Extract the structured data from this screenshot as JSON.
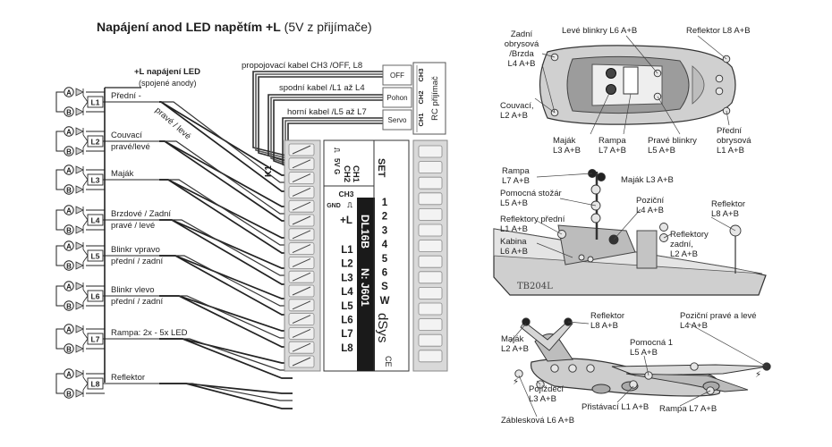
{
  "title": {
    "bold": "Napájení anod LED napětím +L",
    "normal": "(5V z přijímače)"
  },
  "common_label": {
    "line1": "+L napájení LED",
    "line2": "(spojené anody)"
  },
  "led_pin_a": "A",
  "led_pin_b": "B",
  "rows": [
    {
      "id": "L1",
      "line1": "Přední -",
      "line2": ""
    },
    {
      "id": "L2",
      "line1": "Couvací",
      "line2": "pravé/levé"
    },
    {
      "id": "L3",
      "line1": "Maják",
      "line2": ""
    },
    {
      "id": "L4",
      "line1": "Brzdové / Zadní",
      "line2": "pravé / levé"
    },
    {
      "id": "L5",
      "line1": "Blinkr vpravo",
      "line2": "přední / zadní"
    },
    {
      "id": "L6",
      "line1": "Blinkr vlevo",
      "line2": "přední / zadní"
    },
    {
      "id": "L7",
      "line1": "Rampa:  2x - 5x LED",
      "line2": ""
    },
    {
      "id": "L8",
      "line1": "Reflektor",
      "line2": ""
    }
  ],
  "diag_label": "pravé / levé",
  "cables": {
    "top": "propojovací kabel CH3 /OFF, L8",
    "mid": "spodní kabel /L1 až L4",
    "bot": "horní kabel /L5 až L7"
  },
  "receiver": {
    "channels": [
      {
        "name": "OFF",
        "ch": "CH3"
      },
      {
        "name": "Pohon",
        "ch": "CH2"
      },
      {
        "name": "Servo",
        "ch": "CH1"
      }
    ],
    "label": "RC přijímač"
  },
  "k1": "K1",
  "module": {
    "ch_labels": [
      "CH1",
      "CH2",
      "CH3"
    ],
    "signal_labels": [
      "⎍",
      "5V",
      "G"
    ],
    "ch3_title": "CH3",
    "ch3_sub": [
      "GND",
      "⎍"
    ],
    "set": "SET",
    "plus_l": "+L",
    "outputs": [
      "L1",
      "L2",
      "L3",
      "L4",
      "L5",
      "L6",
      "L7",
      "L8"
    ],
    "nums": [
      "1",
      "2",
      "3",
      "4",
      "5",
      "6",
      "S",
      "W"
    ],
    "model": "DL16B",
    "serial": "N: J601",
    "brand": "dSys",
    "ce": "CE"
  },
  "car_labels": [
    {
      "key": "zadni",
      "lines": [
        "Zadní",
        "obrysová",
        "/Brzda",
        "L4 A+B"
      ]
    },
    {
      "key": "leve",
      "lines": [
        "Levé blinkry L6 A+B"
      ]
    },
    {
      "key": "reflektor",
      "lines": [
        "Reflektor L8 A+B"
      ]
    },
    {
      "key": "couvaci",
      "lines": [
        "Couvací,",
        "L2 A+B"
      ]
    },
    {
      "key": "majak",
      "lines": [
        "Maják",
        "L3 A+B"
      ]
    },
    {
      "key": "rampa",
      "lines": [
        "Rampa",
        "L7 A+B"
      ]
    },
    {
      "key": "prave",
      "lines": [
        "Pravé blinkry",
        "L5 A+B"
      ]
    },
    {
      "key": "predni",
      "lines": [
        "Přední",
        "obrysová",
        "L1 A+B"
      ]
    }
  ],
  "boat_labels": [
    {
      "key": "rampa",
      "lines": [
        "Rampa",
        "L7 A+B"
      ]
    },
    {
      "key": "majak",
      "lines": [
        "Maják L3 A+B"
      ]
    },
    {
      "key": "pomocna",
      "lines": [
        "Pomocná stožár",
        "L5 A+B"
      ]
    },
    {
      "key": "pozicni",
      "lines": [
        "Poziční",
        "L4 A+B"
      ]
    },
    {
      "key": "reflektor",
      "lines": [
        "Reflektor",
        "L8 A+B"
      ]
    },
    {
      "key": "reflp",
      "lines": [
        "Reflektory přední",
        "L1 A+B"
      ]
    },
    {
      "key": "reflz",
      "lines": [
        "Reflektory",
        "zadní,",
        "L2 A+B"
      ]
    },
    {
      "key": "kabina",
      "lines": [
        "Kabina",
        "L6 A+B"
      ]
    }
  ],
  "boat_name": "TB204L",
  "plane_labels": [
    {
      "key": "reflektor",
      "lines": [
        "Reflektor",
        "L8 A+B"
      ]
    },
    {
      "key": "pozicni",
      "lines": [
        "Poziční pravé a levé",
        "L4 A+B"
      ]
    },
    {
      "key": "majak",
      "lines": [
        "Maják",
        "L2 A+B"
      ]
    },
    {
      "key": "pomocna",
      "lines": [
        "Pomocná 1",
        "L5 A+B"
      ]
    },
    {
      "key": "pojizdeci",
      "lines": [
        "Pojížděcí",
        "L3 A+B"
      ]
    },
    {
      "key": "pristavaci",
      "lines": [
        "Přistávací L1 A+B"
      ]
    },
    {
      "key": "ramp",
      "lines": [
        "Rampa L7 A+B"
      ]
    },
    {
      "key": "zablesk",
      "lines": [
        "Záblesková L6 A+B"
      ]
    }
  ]
}
